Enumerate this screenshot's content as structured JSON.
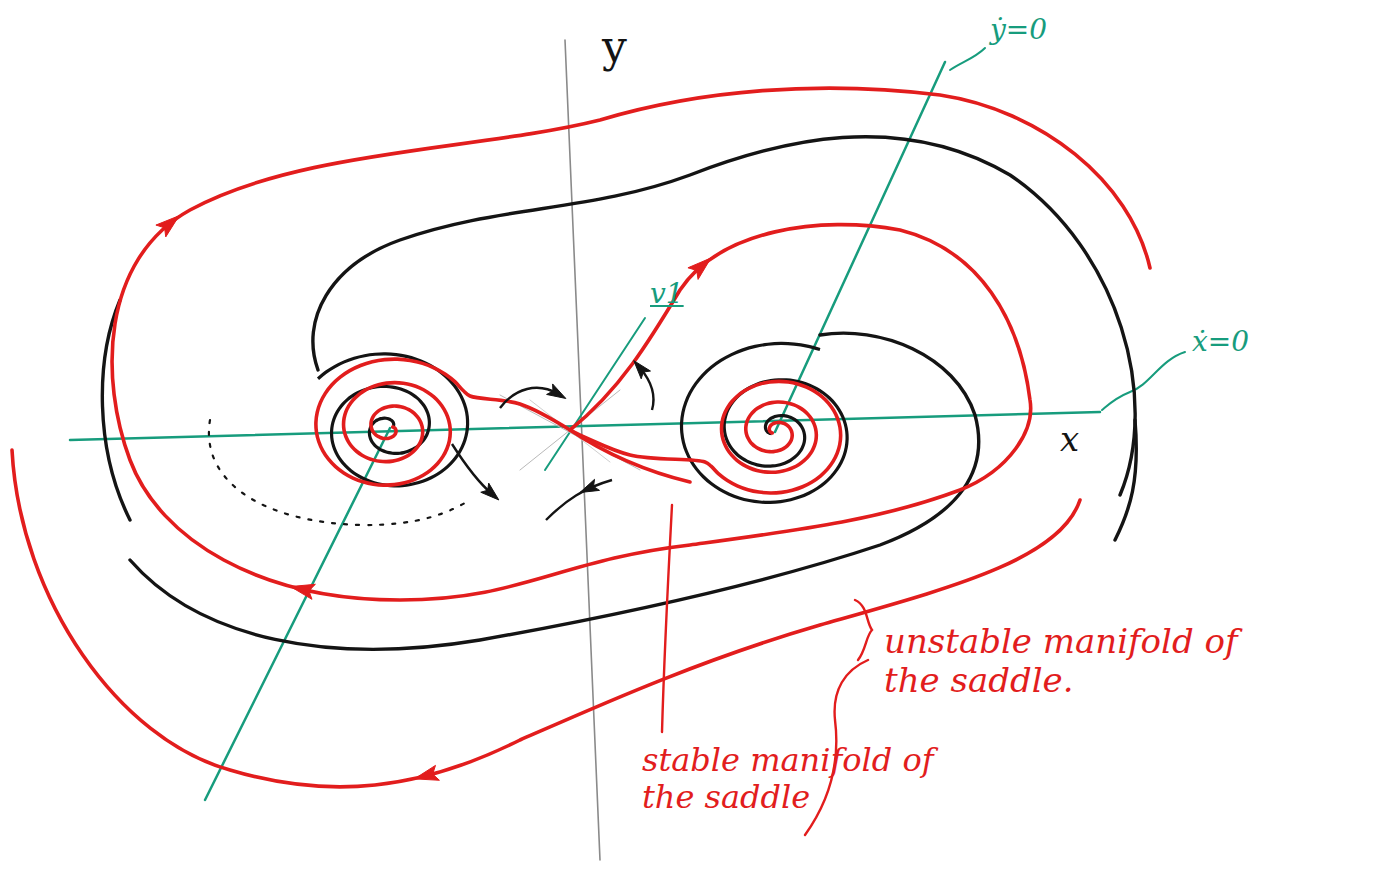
{
  "diagram": {
    "labels": [
      "y",
      "ẏ=0",
      "v1",
      "ẋ=0",
      "x",
      "unstable manifold of the saddle.",
      "stable manifold of the saddle"
    ]
  }
}
